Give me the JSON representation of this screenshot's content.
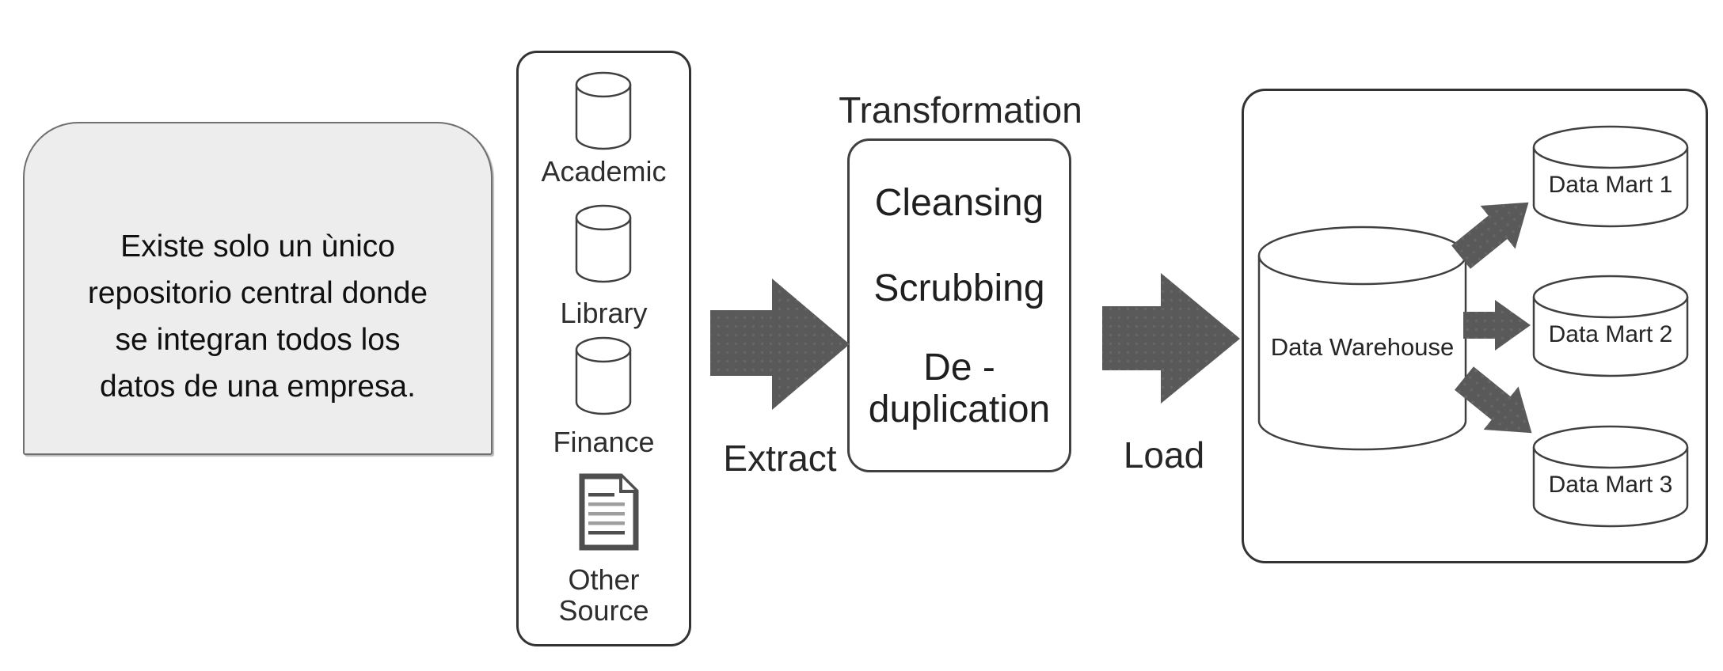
{
  "note_bubble": {
    "lines": [
      "Existe solo un ùnico",
      "repositorio central donde",
      "se integran todos los",
      "datos de una empresa."
    ]
  },
  "sources_panel": {
    "items": [
      {
        "icon": "database-cylinder-icon",
        "label": "Academic"
      },
      {
        "icon": "database-cylinder-icon",
        "label": "Library"
      },
      {
        "icon": "database-cylinder-icon",
        "label": "Finance"
      },
      {
        "icon": "document-icon",
        "label_lines": [
          "Other",
          "Source"
        ]
      }
    ]
  },
  "etl": {
    "extract_label": "Extract",
    "transformation_title": "Transformation",
    "transformation_box_lines": [
      "Cleansing",
      "Scrubbing",
      "De -",
      "duplication"
    ],
    "load_label": "Load"
  },
  "warehouse": {
    "cylinder_label": "Data Warehouse",
    "data_marts": [
      "Data Mart 1",
      "Data Mart 2",
      "Data Mart 3"
    ]
  },
  "colors": {
    "arrow_fill": "#595959",
    "arrow_dot": "#666666",
    "bubble_fill": "#ededed",
    "bubble_border": "#6f6f6f",
    "panel_border": "#333333",
    "cylinder_stroke": "#404040",
    "text": "#262626",
    "background": "#ffffff"
  }
}
